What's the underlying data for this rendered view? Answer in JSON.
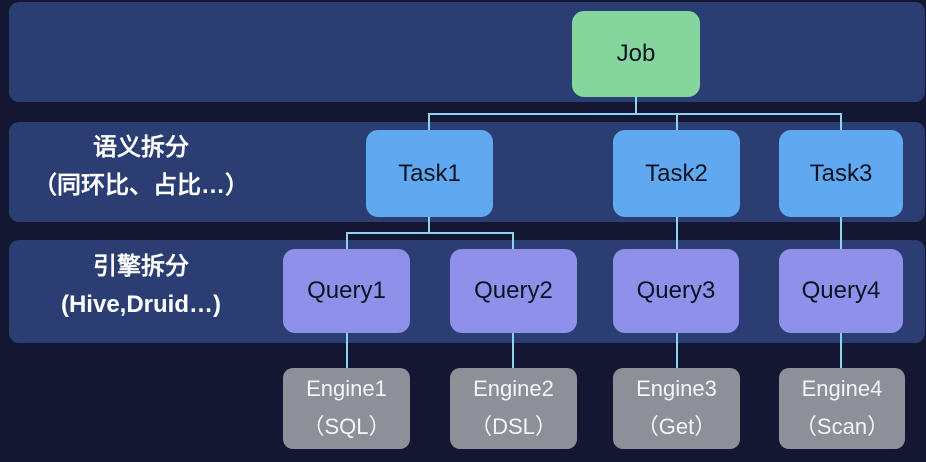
{
  "colors": {
    "bg": "#141732",
    "band": "#2a3e74",
    "job": "#84d69c",
    "task": "#60a9f1",
    "query": "#8f90e9",
    "engine": "#8e9099",
    "line": "#8ed2f0"
  },
  "rows": {
    "task_row": {
      "label_line1": "语义拆分",
      "label_line2": "（同环比、占比…）"
    },
    "query_row": {
      "label_line1": "引擎拆分",
      "label_line2": "(Hive,Druid…)"
    }
  },
  "nodes": {
    "job": {
      "label": "Job"
    },
    "tasks": [
      {
        "label": "Task1"
      },
      {
        "label": "Task2"
      },
      {
        "label": "Task3"
      }
    ],
    "queries": [
      {
        "label": "Query1"
      },
      {
        "label": "Query2"
      },
      {
        "label": "Query3"
      },
      {
        "label": "Query4"
      }
    ],
    "engines": [
      {
        "label": "Engine1",
        "sub": "（SQL）"
      },
      {
        "label": "Engine2",
        "sub": "（DSL）"
      },
      {
        "label": "Engine3",
        "sub": "（Get）"
      },
      {
        "label": "Engine4",
        "sub": "（Scan）"
      }
    ]
  }
}
